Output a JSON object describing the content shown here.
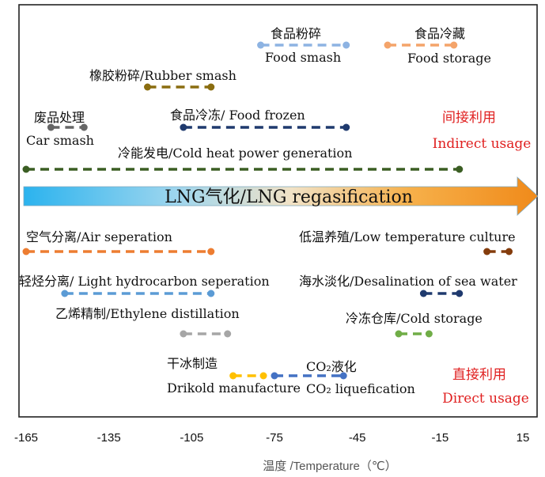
{
  "axis": {
    "xlabel": "温度 /Temperature（℃）",
    "ticks": [
      -165,
      -135,
      -105,
      -75,
      -45,
      -15,
      15
    ]
  },
  "arrow_label": "LNG气化/LNG regasification",
  "groups": {
    "indirect": {
      "cn": "间接利用",
      "en": "Indirect usage"
    },
    "direct": {
      "cn": "直接利用",
      "en": "Direct usage"
    }
  },
  "applications": [
    {
      "id": "food-smash",
      "cn": "食品粉碎",
      "en": "Food smash",
      "start": -80,
      "end": -49,
      "color": "#8db3e2",
      "group": "indirect"
    },
    {
      "id": "food-storage",
      "cn": "食品冷藏",
      "en": "Food storage",
      "start": -34,
      "end": -10,
      "color": "#f4a46a",
      "group": "indirect"
    },
    {
      "id": "rubber-smash",
      "cn": "橡胶粉碎",
      "en": "Rubber smash",
      "start": -121,
      "end": -98,
      "color": "#8a6d10",
      "group": "indirect"
    },
    {
      "id": "car-smash",
      "cn": "废品处理",
      "en": "Car smash",
      "start": -156,
      "end": -144,
      "color": "#666666",
      "group": "indirect"
    },
    {
      "id": "food-frozen",
      "cn": "食品冷冻",
      "en": "Food frozen",
      "start": -108,
      "end": -49,
      "color": "#1f3a6e",
      "group": "indirect"
    },
    {
      "id": "cold-power",
      "cn": "冷能发电",
      "en": "Cold heat power generation",
      "start": -165,
      "end": -8,
      "color": "#3b5e23",
      "group": "indirect"
    },
    {
      "id": "air-separation",
      "cn": "空气分离",
      "en": "Air seperation",
      "start": -165,
      "end": -98,
      "color": "#ed7d31",
      "group": "direct"
    },
    {
      "id": "low-temp-culture",
      "cn": "低温养殖",
      "en": "Low temperature culture",
      "start": 2,
      "end": 10,
      "color": "#843c0c",
      "group": "direct"
    },
    {
      "id": "light-hydrocarbon",
      "cn": "轻烃分离",
      "en": "Light hydrocarbon seperation",
      "start": -151,
      "end": -98,
      "color": "#5b9bd5",
      "group": "direct"
    },
    {
      "id": "desalination",
      "cn": "海水淡化",
      "en": "Desalination of sea water",
      "start": -21,
      "end": -8,
      "color": "#1f3a6e",
      "group": "direct"
    },
    {
      "id": "ethylene",
      "cn": "乙烯精制",
      "en": "Ethylene distillation",
      "start": -108,
      "end": -92,
      "color": "#a6a6a6",
      "group": "direct"
    },
    {
      "id": "cold-storage",
      "cn": "冷冻仓库",
      "en": "Cold storage",
      "start": -30,
      "end": -19,
      "color": "#70ad47",
      "group": "direct"
    },
    {
      "id": "drikold",
      "cn": "干冰制造",
      "en": "Drikold manufacture",
      "start": -90,
      "end": -79,
      "color": "#ffc000",
      "group": "direct"
    },
    {
      "id": "co2-liquefaction",
      "cn": "CO₂液化",
      "en": "CO₂ liquefication",
      "start": -75,
      "end": -50,
      "color": "#4472c4",
      "group": "direct"
    }
  ]
}
